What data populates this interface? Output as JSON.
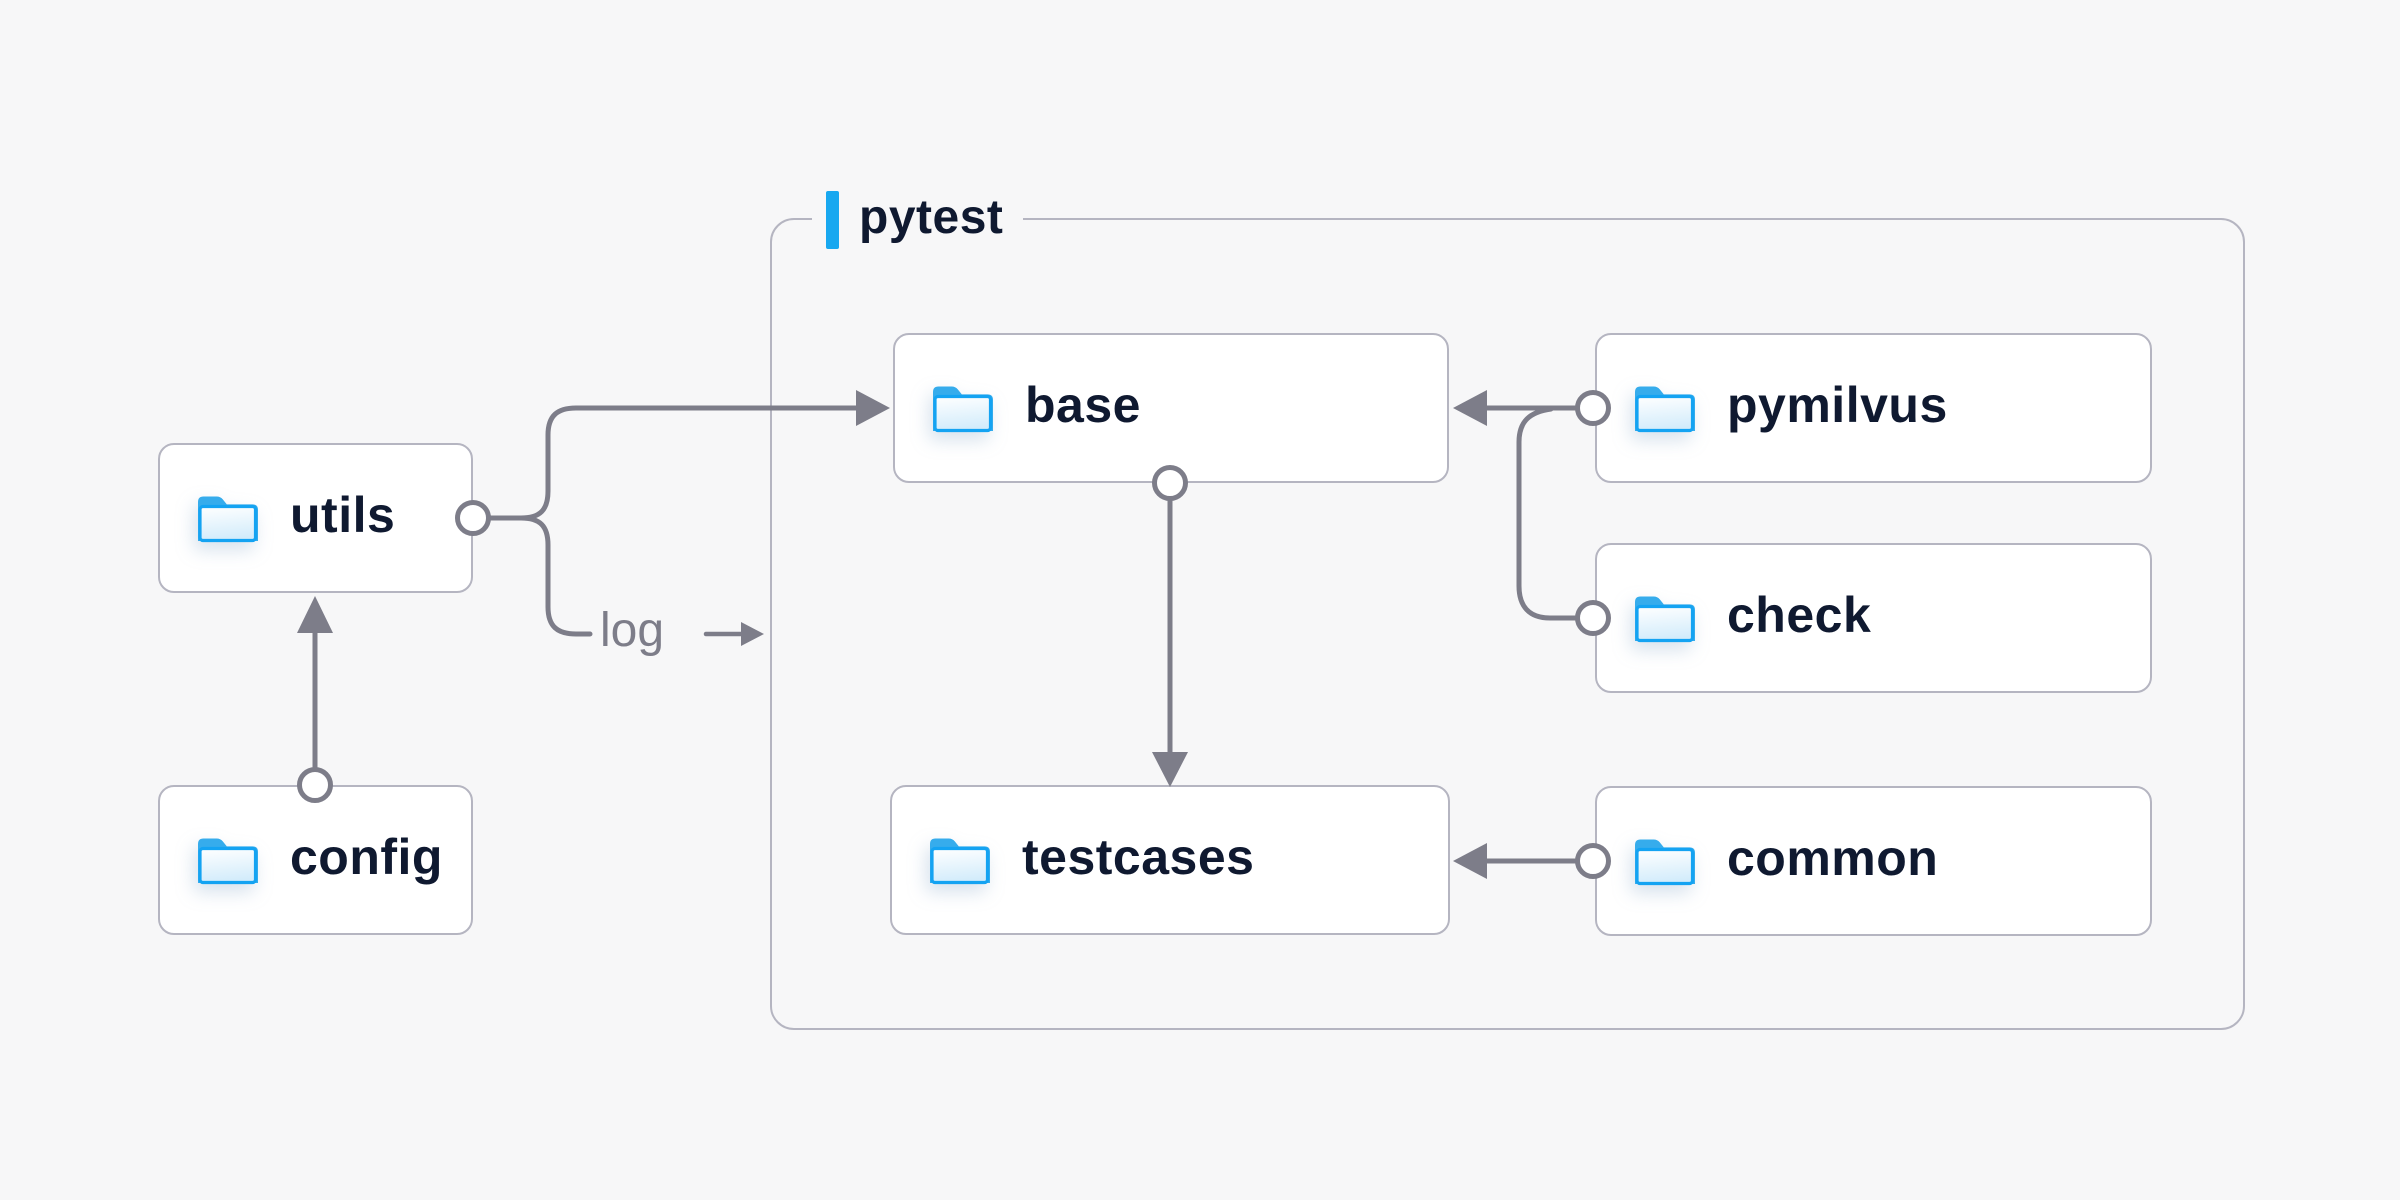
{
  "diagram": {
    "group": {
      "label": "pytest"
    },
    "nodes": {
      "utils": "utils",
      "config": "config",
      "base": "base",
      "pymilvus": "pymilvus",
      "check": "check",
      "testcases": "testcases",
      "common": "common"
    },
    "edge_labels": {
      "log": "log"
    },
    "edges": [
      {
        "from": "config",
        "to": "utils"
      },
      {
        "from": "utils",
        "to": "base"
      },
      {
        "from": "utils",
        "to": "pytest-group",
        "label": "log"
      },
      {
        "from": "pymilvus",
        "to": "base"
      },
      {
        "from": "check",
        "to": "base"
      },
      {
        "from": "base",
        "to": "testcases"
      },
      {
        "from": "common",
        "to": "testcases"
      }
    ],
    "colors": {
      "background": "#f7f7f8",
      "node_fill": "#ffffff",
      "node_border": "#b5b5c1",
      "group_border": "#b5b5c1",
      "connector": "#7d7d89",
      "node_text": "#0f1930",
      "log_text": "#7d7d89",
      "accent_bar_blue": "#18a8f0",
      "folder_outline_blue": "#14a3f2",
      "folder_tab_blue": "#36acec",
      "folder_body_light": "#d3ecfb"
    }
  }
}
